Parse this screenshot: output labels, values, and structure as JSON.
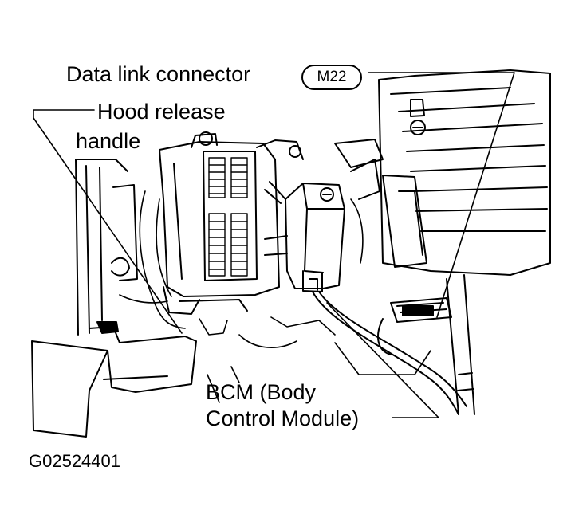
{
  "labels": {
    "data_link_connector": "Data link connector",
    "connector_code": "M22",
    "hood_release_line1": "Hood release",
    "hood_release_line2": "handle",
    "bcm_line1": "BCM (Body",
    "bcm_line2": "Control Module)"
  },
  "figure_id": "G02524401",
  "colors": {
    "line": "#000000",
    "background": "#ffffff"
  }
}
